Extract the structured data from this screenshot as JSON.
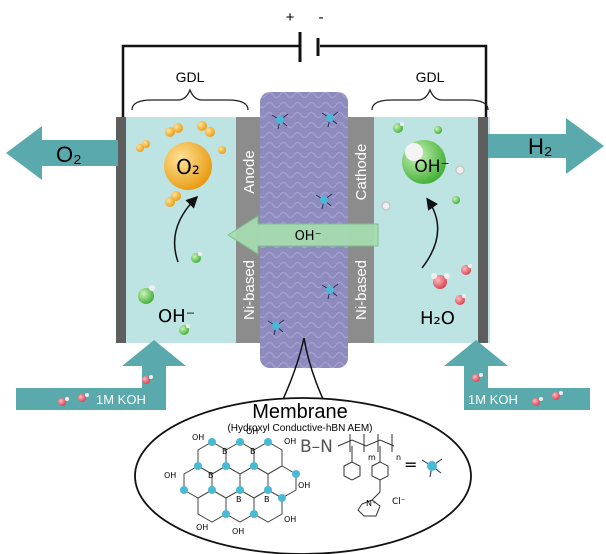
{
  "battery": {
    "plus": "+",
    "minus": "-"
  },
  "gdl": {
    "left": "GDL",
    "right": "GDL"
  },
  "gases": {
    "o2_out": "O₂",
    "o2_bubble": "O₂",
    "h2_out": "H₂"
  },
  "ions": {
    "oh_left": "OH⁻",
    "oh_bubble_right": "OH⁻",
    "oh_flow": "OH⁻",
    "h2o_right": "H₂O"
  },
  "electrodes": {
    "anode": "Anode",
    "cathode": "Cathode",
    "ni_left": "Ni-based",
    "ni_right": "Ni-based"
  },
  "feeds": {
    "left": "1M KOH",
    "right": "1M KOH"
  },
  "membrane": {
    "title": "Membrane",
    "subtitle": "(Hydroxyl Conductive-hBN AEM)",
    "bn_label": "B–N",
    "sub_m": "m",
    "sub_n": "n",
    "equals": "=",
    "chloride": "Cl⁻",
    "nplus": "N⁺",
    "oh_groups": [
      "OH",
      "OH",
      "OH",
      "OH",
      "OH",
      "OH",
      "OH",
      "OH"
    ],
    "b_atoms": [
      "B",
      "B",
      "B",
      "B",
      "B"
    ]
  },
  "colors": {
    "electrolyte": "#bde3e3",
    "membrane": "#8e8bbf",
    "arrow": "#5aa9ac",
    "electrode": "#8c8c8c",
    "o2": "#f2a523",
    "oh": "#6ac95a",
    "h2o": "#e75a66",
    "boron_nitride": "#4ab9d6"
  }
}
